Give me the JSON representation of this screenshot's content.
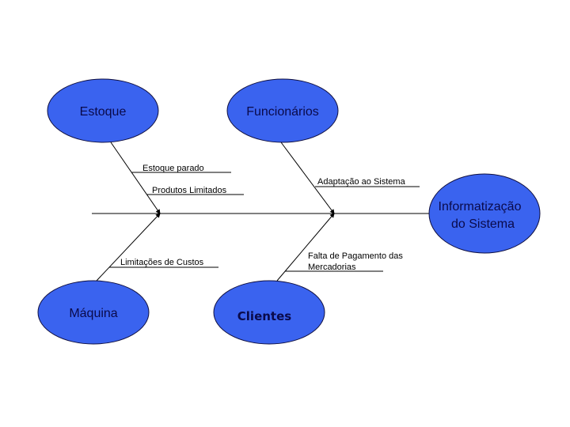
{
  "diagram": {
    "type": "fishbone",
    "effect": {
      "line1": "Informatização",
      "line2": "do Sistema"
    },
    "categories": [
      {
        "name": "Estoque",
        "causes": [
          "Estoque parado",
          "Produtos Limitados"
        ]
      },
      {
        "name": "Funcionários",
        "causes": [
          "Adaptação ao Sistema"
        ]
      },
      {
        "name": "Máquina",
        "causes": [
          "Limitações de Custos"
        ]
      },
      {
        "name": "Clientes",
        "causes": [
          "Falta de Pagamento das",
          "Mercadorias"
        ]
      }
    ],
    "colors": {
      "node_fill": "#3a63ef",
      "node_text": "#0a0a4a"
    }
  }
}
